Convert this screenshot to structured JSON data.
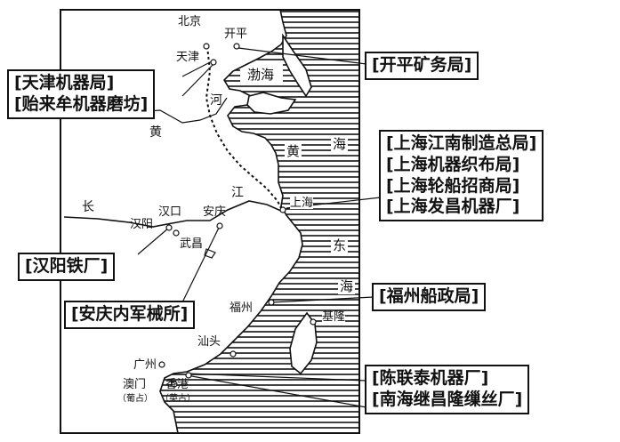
{
  "places": {
    "beijing": "北京",
    "kaiping": "开平",
    "tianjin": "天津",
    "shanghai": "上海",
    "hankou": "汉口",
    "hanyang": "汉阳",
    "wuchang": "武昌",
    "anqing": "安庆",
    "fuzhou": "福州",
    "keelung": "基隆",
    "shantou": "汕头",
    "guangzhou": "广州",
    "macau": "澳门",
    "hongkong": "香港",
    "macau_note": "（葡占）",
    "hongkong_note": "（英占）"
  },
  "seas": {
    "bohai": "渤海",
    "huanghai": [
      "黄",
      "海"
    ],
    "donghai": [
      "东",
      "海"
    ]
  },
  "rivers": {
    "huanghe": [
      "黄",
      "河"
    ],
    "changjiang": [
      "长",
      "江"
    ]
  },
  "labels": {
    "kaiping_mine": "[开平矿务局]",
    "tianjin": [
      "[天津机器局]",
      "[贻来牟机器磨坊]"
    ],
    "shanghai": [
      "[上海江南制造总局]",
      "[上海机器织布局]",
      "[上海轮船招商局]",
      "[上海发昌机器厂]"
    ],
    "hanyang": "[汉阳铁厂]",
    "anqing": "[安庆内军械所]",
    "fuzhou": "[福州船政局]",
    "south": [
      "[陈联泰机器厂]",
      "[南海继昌隆缫丝厂]"
    ]
  }
}
